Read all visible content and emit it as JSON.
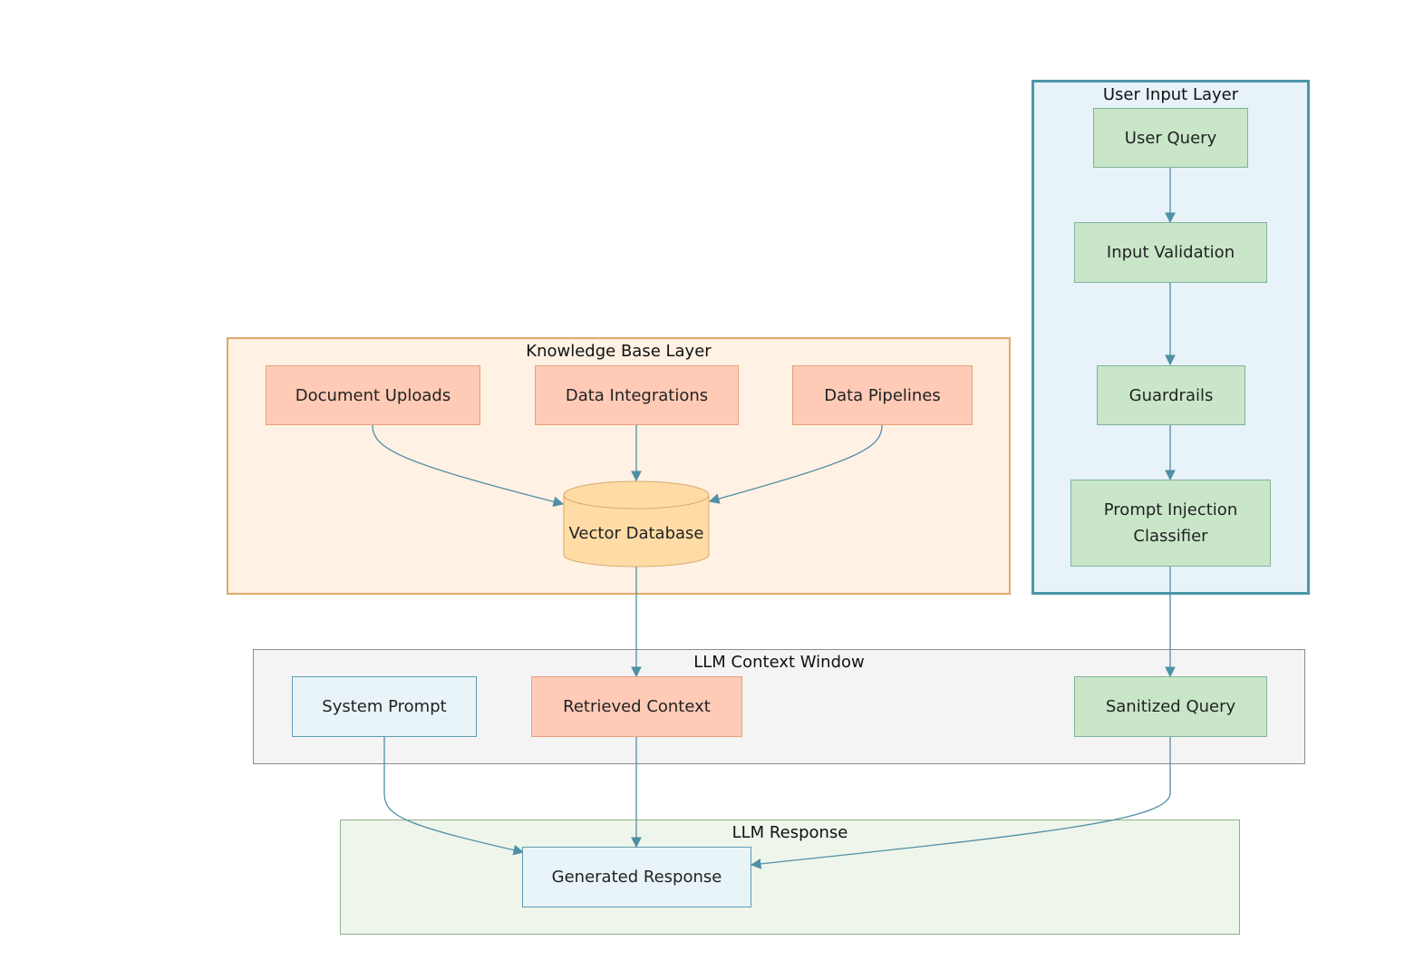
{
  "colors": {
    "knowledge_fill": "#fff1e3",
    "knowledge_border": "#e0a86a",
    "user_fill": "#e8f2f9",
    "user_border": "#4a97a8",
    "context_fill": "#f4f4f4",
    "context_border": "#8c8c8c",
    "response_fill": "#eef5ea",
    "response_border": "#8fb28a",
    "orange_node_fill": "#ffcbb6",
    "orange_node_border": "#e7a07e",
    "green_node_fill": "#c9e6c9",
    "green_node_border": "#7fb39b",
    "blue_node_fill": "#e9f4f9",
    "blue_node_border": "#5e9bb4",
    "db_fill": "#ffdca6",
    "db_border": "#d8a86a",
    "edge": "#4f8fa5"
  },
  "layers": {
    "knowledge_base": "Knowledge Base Layer",
    "user_input": "User Input Layer",
    "context_window": "LLM Context Window",
    "response": "LLM Response"
  },
  "nodes": {
    "document_uploads": "Document Uploads",
    "data_integrations": "Data Integrations",
    "data_pipelines": "Data Pipelines",
    "vector_database": "Vector Database",
    "user_query": "User Query",
    "input_validation": "Input Validation",
    "guardrails": "Guardrails",
    "prompt_injection_classifier": "Prompt Injection Classifier",
    "system_prompt": "System Prompt",
    "retrieved_context": "Retrieved Context",
    "sanitized_query": "Sanitized Query",
    "generated_response": "Generated Response"
  }
}
